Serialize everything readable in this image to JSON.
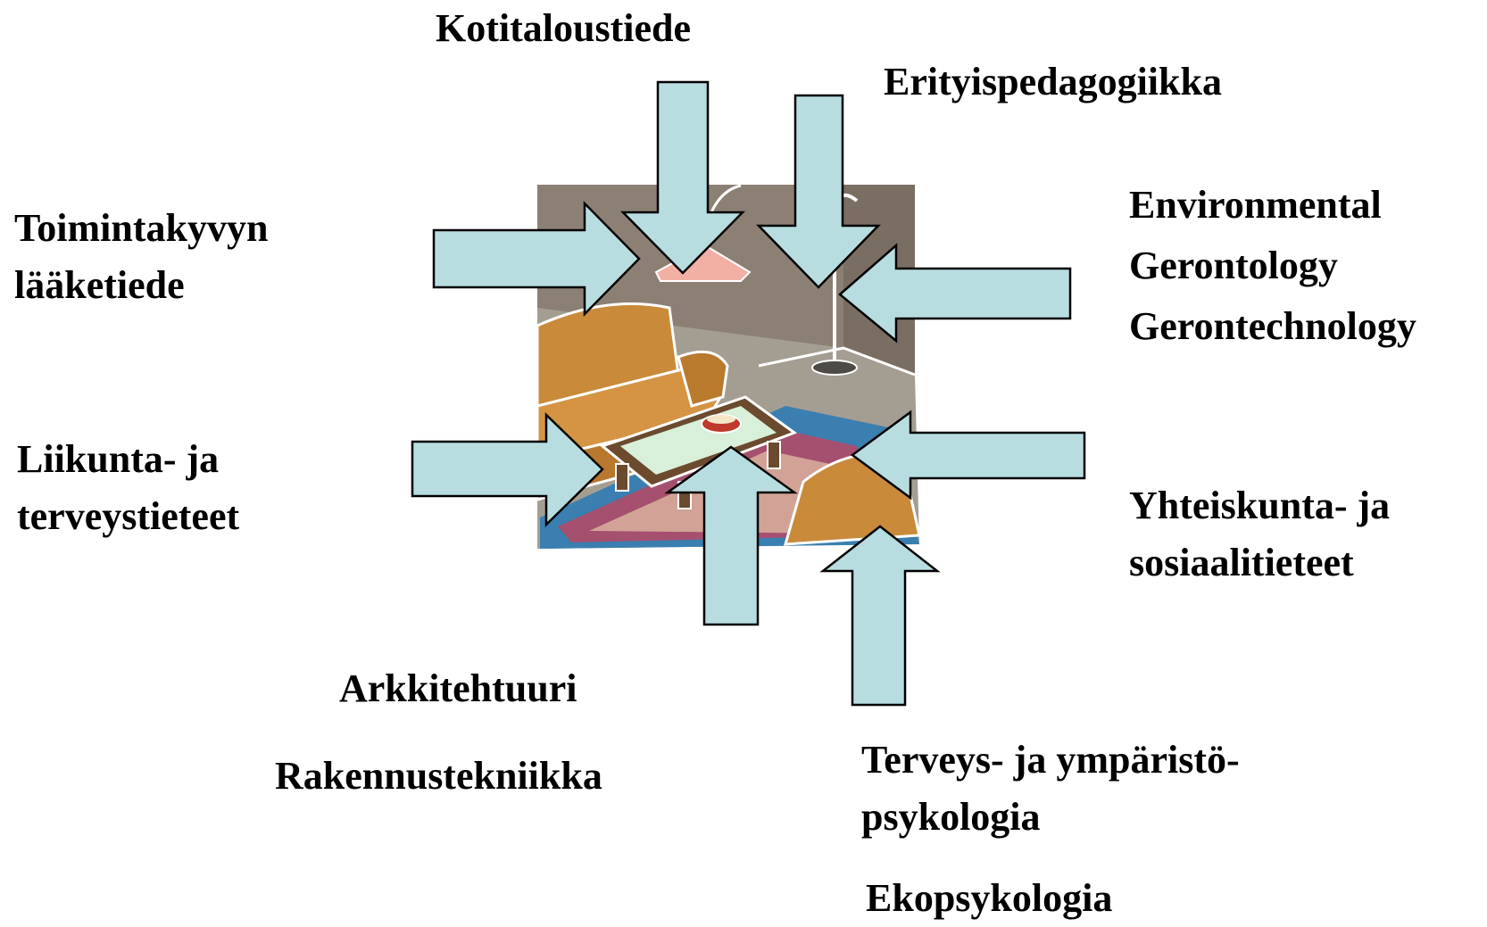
{
  "labels": {
    "kotitaloustiede": "Kotitaloustiede",
    "erityispedagogiikka": "Erityispedagogiikka",
    "toimintakyvyn": [
      "Toimintakyvyn",
      "lääketiede"
    ],
    "environmental": [
      "Environmental",
      "Gerontology",
      "Gerontechnology"
    ],
    "liikunta": [
      "Liikunta- ja",
      "terveystieteet"
    ],
    "yhteiskunta": [
      "Yhteiskunta- ja",
      "sosiaalitieteet"
    ],
    "arkkitehtuuri": "Arkkitehtuuri",
    "rakennustekniikka": "Rakennustekniikka",
    "terveys": [
      "Terveys- ja ympäristö-",
      "psykologia"
    ],
    "ekopsykologia": "Ekopsykologia"
  },
  "colors": {
    "arrow_fill": "#b8dde0",
    "arrow_stroke": "#000000",
    "wall": "#8c8075",
    "sofa": "#c98a3a",
    "rug": "#3a7fb0"
  }
}
